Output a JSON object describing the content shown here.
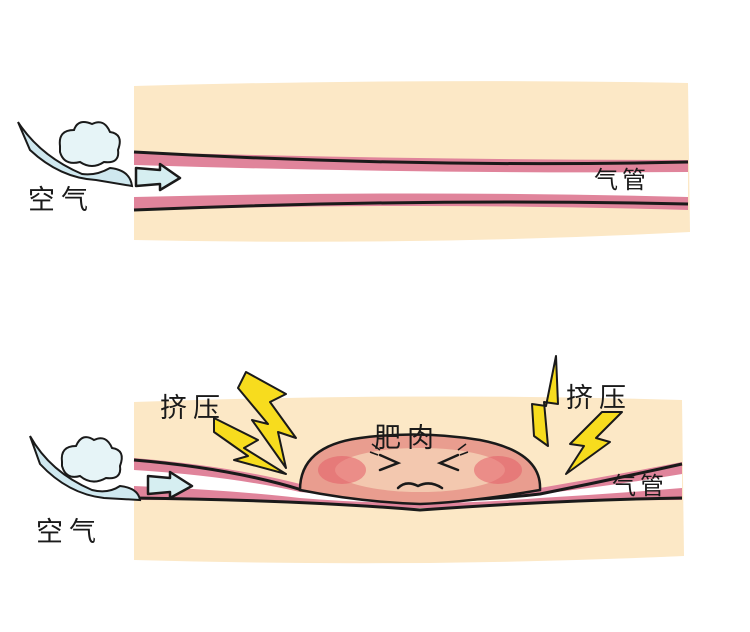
{
  "labels": {
    "air_top": "空气",
    "trachea_top": "气管",
    "air_bottom": "空气",
    "trachea_bottom": "气管",
    "squeeze_left": "挤压",
    "squeeze_right": "挤压",
    "fat": "肥肉"
  },
  "colors": {
    "skin": "#fce8c6",
    "tube": "#e0849b",
    "airway": "#ffffff",
    "fat_outer": "#e99d8f",
    "fat_inner": "#f4cdb3",
    "cheek": "#e35d68",
    "lightning": "#f7dc1e",
    "cloud": "#cfe8ef",
    "arrow": "#d6eef1",
    "outline": "#1a1a1a"
  },
  "icons": [
    "air-cloud-icon",
    "air-arrow-icon",
    "lightning-icon",
    "fat-face-icon"
  ]
}
